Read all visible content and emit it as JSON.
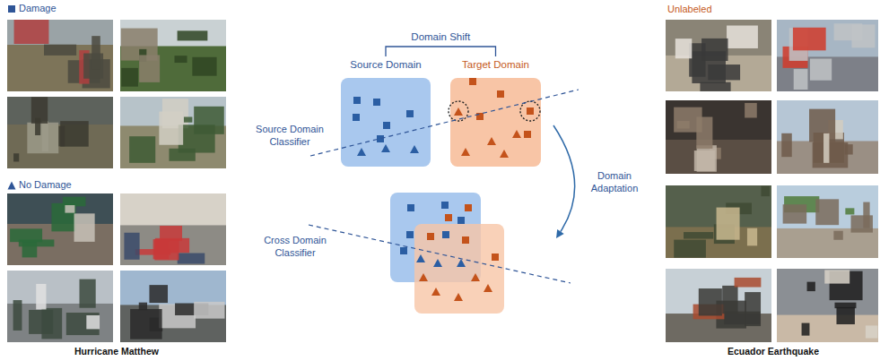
{
  "diagram": {
    "nodes": [
      {
        "text": [
          "Source Domain"
        ]
      },
      {
        "text": [
          "Target Domain"
        ]
      }
    ],
    "edges": [
      {
        "from": 0,
        "to": 1,
        "label": "Domain Shift",
        "arrow": "none"
      }
    ],
    "labels": [
      "Unlabeled",
      "Source Domain Classifier",
      "Domain Adaptation",
      "Cross Domain Classifier",
      "Hurricane Matthew",
      "Ecuador Earthquake"
    ],
    "legend": [
      {
        "text": "Damage"
      },
      {
        "text": "No Damage"
      }
    ]
  }
}
